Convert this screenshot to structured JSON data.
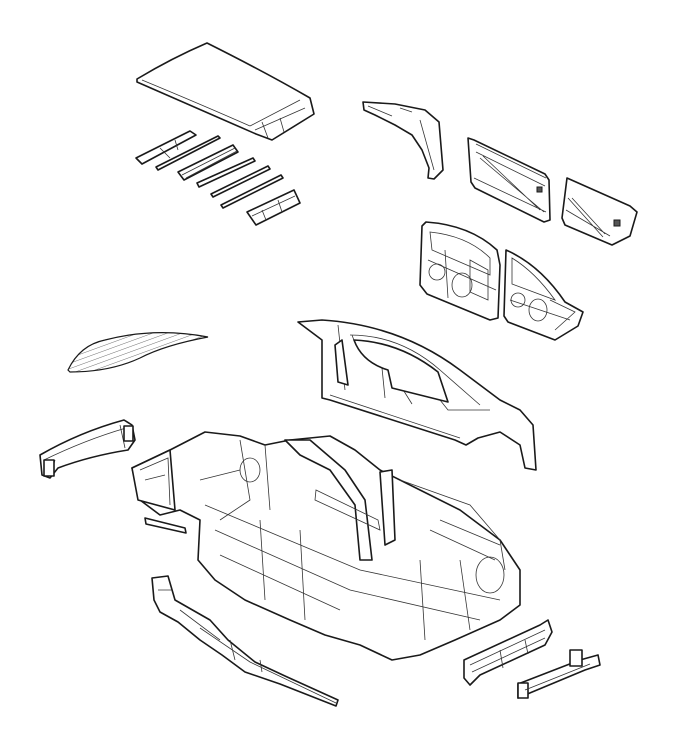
{
  "diagram": {
    "type": "exploded-view",
    "colors": {
      "line": "#1a1a1a",
      "background": "#ffffff"
    },
    "parts": [
      {
        "id": "roof-panel"
      },
      {
        "id": "roof-bows"
      },
      {
        "id": "front-fender-apron"
      },
      {
        "id": "front-door-outer-panel"
      },
      {
        "id": "rear-door-outer-panel"
      },
      {
        "id": "front-door-inner-frame"
      },
      {
        "id": "rear-door-inner-frame"
      },
      {
        "id": "windshield"
      },
      {
        "id": "body-side-frame"
      },
      {
        "id": "front-bumper-beam"
      },
      {
        "id": "body-in-white-underbody"
      },
      {
        "id": "rocker-sill-rail"
      },
      {
        "id": "rear-crossmember"
      },
      {
        "id": "rear-bumper-beam"
      }
    ]
  }
}
